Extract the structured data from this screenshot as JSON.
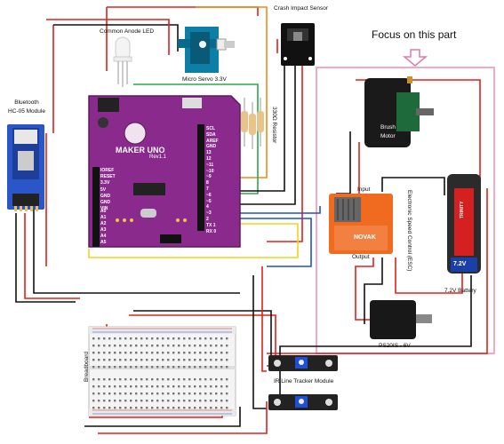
{
  "labels": {
    "focus": "Focus on this part",
    "crash_sensor": "Crash Impact Sensor",
    "common_led": "Common Anode LED",
    "servo": "Micro Servo 3.3V",
    "bluetooth_line1": "Bluetooth",
    "bluetooth_line2": "HC-05 Module",
    "resistor": "330Ω Resistor",
    "brush_motor_line1": "Brush",
    "brush_motor_line2": "Motor",
    "esc_input": "Input",
    "esc_output": "Output",
    "esc": "Electronic Speed Control (ESC)",
    "battery": "7.2V Battery",
    "ps20": "PS20IS - 6V",
    "breadboard": "Breadboard",
    "ir_tracker": "IR Line Tracker Module"
  },
  "board": {
    "name": "MAKER UNO",
    "rev": "Rev1.1",
    "pins_left": [
      "IOREF",
      "RESET",
      "3.3V",
      "5V",
      "GND",
      "GND",
      "VIN"
    ],
    "pins_analog": [
      "A0",
      "A1",
      "A2",
      "A3",
      "A4",
      "A5"
    ],
    "pins_right": [
      "SCL",
      "SDA",
      "AREF",
      "GND",
      "13",
      "12",
      "~11",
      "~10",
      "~9",
      "8",
      "7",
      "~6",
      "~5",
      "4",
      "~3",
      "2",
      "TX 1",
      "RX 0"
    ]
  },
  "battery_brand": "TRINITY",
  "battery_voltage": "7.2V",
  "esc_brand": "NOVAK",
  "colors": {
    "board": "#8a2a8c",
    "focus_box": "#f4a7c6",
    "wire_red": "#e0201c",
    "wire_black": "#111111",
    "wire_blue": "#1f4fd6",
    "wire_green": "#2aa84a",
    "wire_yellow": "#f2d41a",
    "wire_orange": "#f08a1c"
  }
}
